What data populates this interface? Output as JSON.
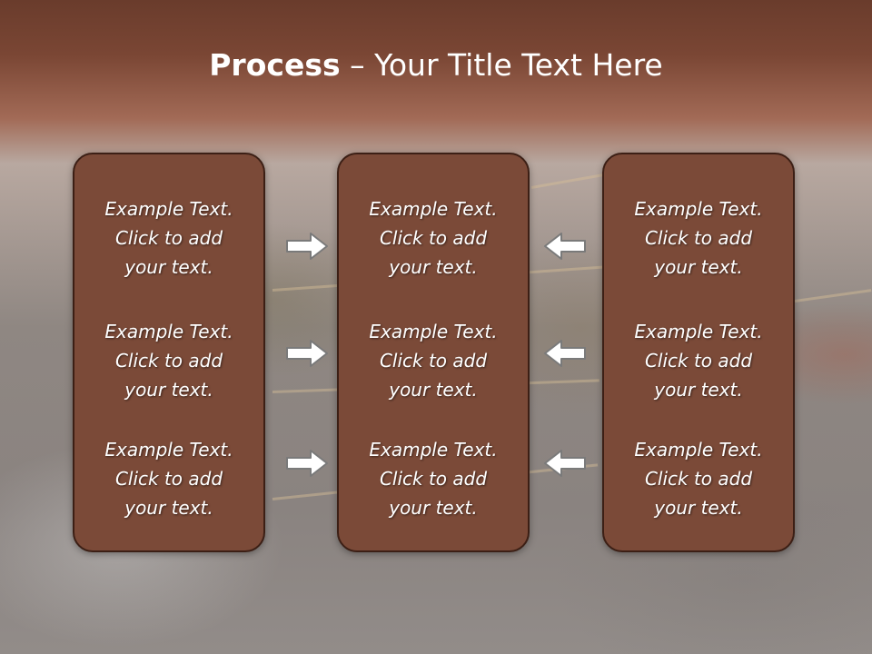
{
  "slide": {
    "title_bold": "Process",
    "title_dash": " – ",
    "title_rest": "Your Title Text Here"
  },
  "columns": [
    {
      "blocks": [
        {
          "line1": "Example Text.",
          "line2": "Click  to add",
          "line3": "your text."
        },
        {
          "line1": "Example Text.",
          "line2": "Click  to add",
          "line3": "your text."
        },
        {
          "line1": "Example Text.",
          "line2": "Click  to add",
          "line3": "your text."
        }
      ]
    },
    {
      "blocks": [
        {
          "line1": "Example Text.",
          "line2": "Click  to add",
          "line3": "your text."
        },
        {
          "line1": "Example Text.",
          "line2": "Click  to add",
          "line3": "your text."
        },
        {
          "line1": "Example Text.",
          "line2": "Click  to add",
          "line3": "your text."
        }
      ]
    },
    {
      "blocks": [
        {
          "line1": "Example Text.",
          "line2": "Click  to add",
          "line3": "your text."
        },
        {
          "line1": "Example Text.",
          "line2": "Click  to add",
          "line3": "your text."
        },
        {
          "line1": "Example Text.",
          "line2": "Click  to add",
          "line3": "your text."
        }
      ]
    }
  ],
  "arrows": {
    "left_group": [
      "arrow-right-icon",
      "arrow-right-icon",
      "arrow-right-icon"
    ],
    "right_group": [
      "arrow-left-icon",
      "arrow-left-icon",
      "arrow-left-icon"
    ]
  },
  "colors": {
    "header_band": "#6a3c2c",
    "card_fill": "#7b4a38",
    "card_border": "#3c1f15",
    "text": "#ffffff",
    "arrow_fill": "#ffffff",
    "arrow_stroke": "#7a7a7a"
  }
}
